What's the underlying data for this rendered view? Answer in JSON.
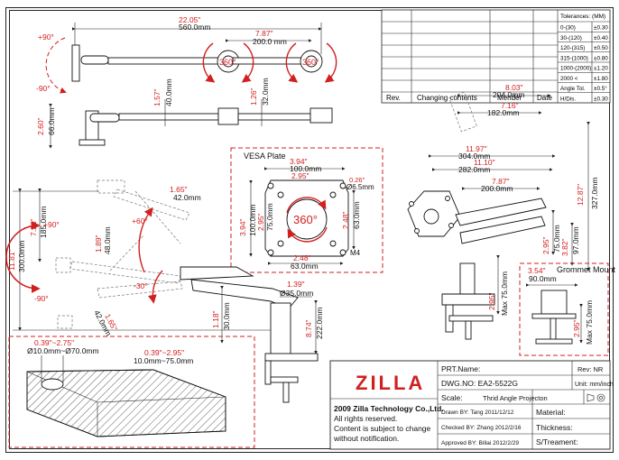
{
  "tolerances": {
    "title": "Tolerances: (MM)",
    "rows": [
      {
        "range": "0-(30)",
        "value": "±0.30"
      },
      {
        "range": "30-(120)",
        "value": "±0.40"
      },
      {
        "range": "120-(315)",
        "value": "±0.50"
      },
      {
        "range": "315-(1000)",
        "value": "±0.80"
      },
      {
        "range": "1000-(2000)",
        "value": "±1.20"
      },
      {
        "range": "2000 <",
        "value": "±1.80"
      },
      {
        "range": "Angle Tol.",
        "value": "±0.5°"
      },
      {
        "range": "H/Dis.",
        "value": "±0.30"
      }
    ]
  },
  "revision": {
    "rev_label": "Rev.",
    "contents_label": "Changing contents",
    "mender_label": "Mender",
    "date_label": "Date"
  },
  "top_view": {
    "overall_in": "22.05\"",
    "overall_mm": "560.0mm",
    "arm_in": "7.87\"",
    "arm_mm": "200.0 mm",
    "rot_plus": "+90°",
    "rot_minus": "-90°",
    "rot_a": "360°",
    "rot_b": "360°"
  },
  "side_view": {
    "h1_in": "1.57\"",
    "h1_mm": "40.0mm",
    "h2_in": "1.26\"",
    "h2_mm": "32.0mm",
    "base_in": "2.60\"",
    "base_mm": "66.0mm"
  },
  "vesa": {
    "title": "VESA Plate",
    "w100_in": "3.94\"",
    "w100_mm": "100.0mm",
    "w75_in": "2.95\"",
    "w75_mm": "75.0mm",
    "hole_in": "0.26\"",
    "hole_mm": "Ø6.5mm",
    "h100_in": "3.94\"",
    "h100_mm": "100.0mm",
    "h75_in": "2.95\"",
    "h75_mm": "75.0mm",
    "h63_in": "2.48\"",
    "h63_mm": "63.0mm",
    "w63_in": "2.48\"",
    "w63_mm": "63.0mm",
    "rotation": "360°",
    "screw": "M4"
  },
  "right_view": {
    "d1_in": "8.03\"",
    "d1_mm": "204.0mm",
    "d2_in": "7.16\"",
    "d2_mm": "182.0mm",
    "d3_in": "11.97\"",
    "d3_mm": "304.0mm",
    "d4_in": "11.10\"",
    "d4_mm": "282.0mm",
    "d5_in": "7.87\"",
    "d5_mm": "200.0mm",
    "h1_in": "12.87\"",
    "h1_mm": "327.0mm",
    "h2_in": "2.95\"",
    "h2_mm": "75.0mm",
    "h3_in": "3.82\"",
    "h3_mm": "97.0mm",
    "clamp_in": "2.95\"",
    "clamp_mm": "Max 75.0mm"
  },
  "grommet": {
    "title": "Grommet Mount",
    "w_in": "3.54\"",
    "w_mm": "90.0mm",
    "h_in": "2.95\"",
    "h_mm": "Max 75.0mm"
  },
  "left_view": {
    "h_in": "11.81\"",
    "h_mm": "300.0mm",
    "h2_in": "7.28\"",
    "h2_mm": "185.0mm",
    "tilt_plus": "+90°",
    "tilt_minus": "-90°",
    "arm_in": "1.89\"",
    "arm_mm": "48.0mm",
    "lift_plus": "+60°",
    "lift_minus": "-30°",
    "seg_in": "1.65\"",
    "seg_mm": "42.0mm",
    "seg2_in": "1.65\"",
    "seg2_mm": "42.0mm",
    "pole_in": "1.39\"",
    "pole_mm": "Ø35.0mm",
    "base_in": "1.18\"",
    "base_mm": "30.0mm",
    "clamp_in": "8.74\"",
    "clamp_mm": "222.0mm"
  },
  "desk": {
    "hole_in": "0.39\"~2.75\"",
    "hole_mm": "Ø10.0mm~Ø70.0mm",
    "thick_in": "0.39\"~2.95\"",
    "thick_mm": "10.0mm~75.0mm"
  },
  "title_block": {
    "logo": "ZILLA",
    "company": "2009 Zilla Technology Co.,Ltd.",
    "rights": "All rights reserved.",
    "notice1": "Content is subject to change",
    "notice2": "without notification.",
    "prt_name": "PRT.Name:",
    "rev": "Rev:  NR",
    "dwg_no": "DWG.NO: EA2-5522G",
    "unit": "Unit: mm/inch",
    "scale": "Scale:",
    "projection": "Thrid Angle Projecton",
    "drawn": "Drawn BY:  Tang  2011/12/12",
    "checked": "Checked BY:  Zhang  2012/2/16",
    "approved": "Approved BY:  Billai  2012/2/29",
    "material": "Material:",
    "thickness": "Thickness:",
    "treatment": "S/Treament:"
  }
}
